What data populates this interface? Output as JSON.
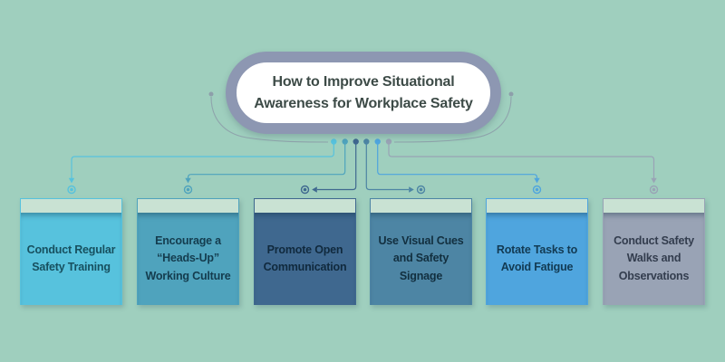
{
  "title": {
    "full": "How to Improve Situational Awareness for Workplace Safety",
    "line1": "How to Improve Situational",
    "line2": "Awareness for Workplace Safety"
  },
  "colors": {
    "background": "#9fcfbe",
    "pill_ring": "#8d97b2",
    "pill_fill": "#ffffff",
    "title_text": "#3d4b47",
    "header_strip": "#c9e2d3",
    "decor_line": "#8d9faa"
  },
  "boxes": [
    {
      "label": "Conduct Regular Safety Training",
      "lines": [
        "Conduct Regular",
        "Safety Training"
      ],
      "color": "#57c2dd",
      "text_color": "#17505f"
    },
    {
      "label": "Encourage a “Heads-Up” Working Culture",
      "lines": [
        "Encourage a",
        "“Heads-Up”",
        "Working Culture"
      ],
      "color": "#4fa3bd",
      "text_color": "#143c4e"
    },
    {
      "label": "Promote Open Communication",
      "lines": [
        "Promote Open",
        "Communication"
      ],
      "color": "#3f688f",
      "text_color": "#10293d"
    },
    {
      "label": "Use Visual Cues and Safety Signage",
      "lines": [
        "Use Visual Cues",
        "and Safety",
        "Signage"
      ],
      "color": "#4d85a4",
      "text_color": "#122f3f"
    },
    {
      "label": "Rotate Tasks to Avoid Fatigue",
      "lines": [
        "Rotate Tasks to",
        "Avoid Fatigue"
      ],
      "color": "#4fa5de",
      "text_color": "#123a53"
    },
    {
      "label": "Conduct Safety Walks and Observations",
      "lines": [
        "Conduct Safety",
        "Walks and",
        "Observations"
      ],
      "color": "#99a3b5",
      "text_color": "#333d4e"
    }
  ]
}
